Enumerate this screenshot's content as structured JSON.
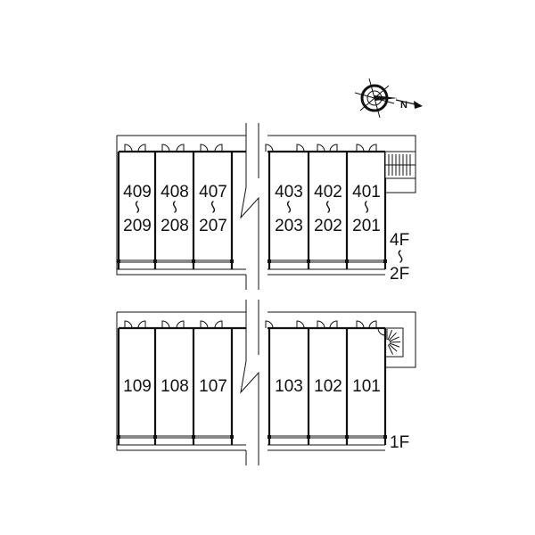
{
  "compass": {
    "north_label": "N"
  },
  "upper_block": {
    "floor_range": {
      "top": "4F",
      "bottom": "2F"
    },
    "units": [
      {
        "top": "409",
        "bottom": "209"
      },
      {
        "top": "408",
        "bottom": "208"
      },
      {
        "top": "407",
        "bottom": "207"
      },
      {
        "top": "403",
        "bottom": "203"
      },
      {
        "top": "402",
        "bottom": "202"
      },
      {
        "top": "401",
        "bottom": "201"
      }
    ]
  },
  "lower_block": {
    "floor_label": "1F",
    "units": [
      "109",
      "108",
      "107",
      "103",
      "102",
      "101"
    ]
  }
}
